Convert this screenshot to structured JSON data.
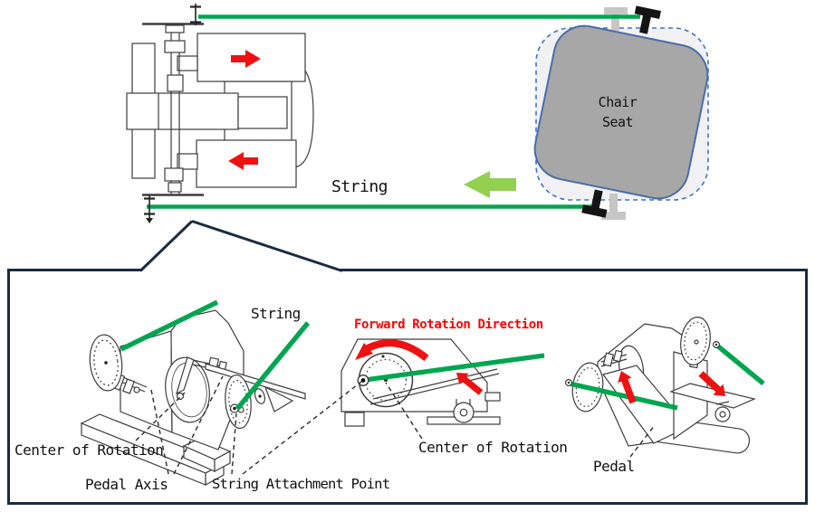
{
  "colors": {
    "string_green": "#00A64F",
    "arrow_light_green": "#92D050",
    "arrow_red": "#EE1111",
    "label_red": "#FF0000",
    "seat_gray": "#A7A7A7",
    "seat_border_blue": "#4A6DA8",
    "ghost_border_blue": "#4472C4",
    "panel_border_navy": "#1B2B40",
    "line_dark": "#3D3D3D"
  },
  "top_view": {
    "string_label": "String",
    "chair_seat_line1": "Chair",
    "chair_seat_line2": "Seat"
  },
  "detail_panel": {
    "string_label": "String",
    "forward_rotation_label": "Forward Rotation Direction",
    "center_of_rotation_left_label": "Center of Rotation",
    "pedal_axis_label": "Pedal Axis",
    "string_attachment_label": "String Attachment Point",
    "center_of_rotation_middle_label": "Center of Rotation",
    "pedal_label": "Pedal"
  }
}
